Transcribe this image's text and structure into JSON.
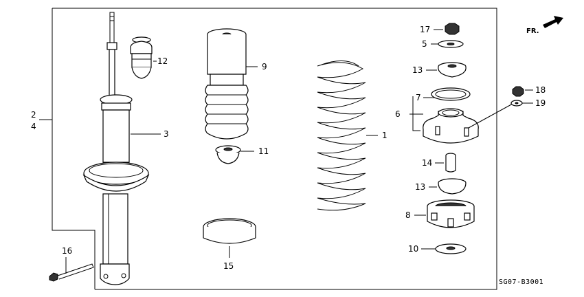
{
  "callouts": [
    {
      "id": "c1",
      "text": "1"
    },
    {
      "id": "c2",
      "text": "2"
    },
    {
      "id": "c4",
      "text": "4"
    },
    {
      "id": "c3",
      "text": "3"
    },
    {
      "id": "c5",
      "text": "5"
    },
    {
      "id": "c6",
      "text": "6"
    },
    {
      "id": "c7",
      "text": "7"
    },
    {
      "id": "c8",
      "text": "8"
    },
    {
      "id": "c9",
      "text": "9"
    },
    {
      "id": "c10",
      "text": "10"
    },
    {
      "id": "c11",
      "text": "11"
    },
    {
      "id": "c12",
      "text": "12"
    },
    {
      "id": "c13a",
      "text": "13"
    },
    {
      "id": "c13b",
      "text": "13"
    },
    {
      "id": "c14",
      "text": "14"
    },
    {
      "id": "c15",
      "text": "15"
    },
    {
      "id": "c16",
      "text": "16"
    },
    {
      "id": "c17",
      "text": "17"
    },
    {
      "id": "c18",
      "text": "18"
    },
    {
      "id": "c19",
      "text": "19"
    }
  ],
  "direction_label": "FR.",
  "reference_code": "SG07-B3001"
}
